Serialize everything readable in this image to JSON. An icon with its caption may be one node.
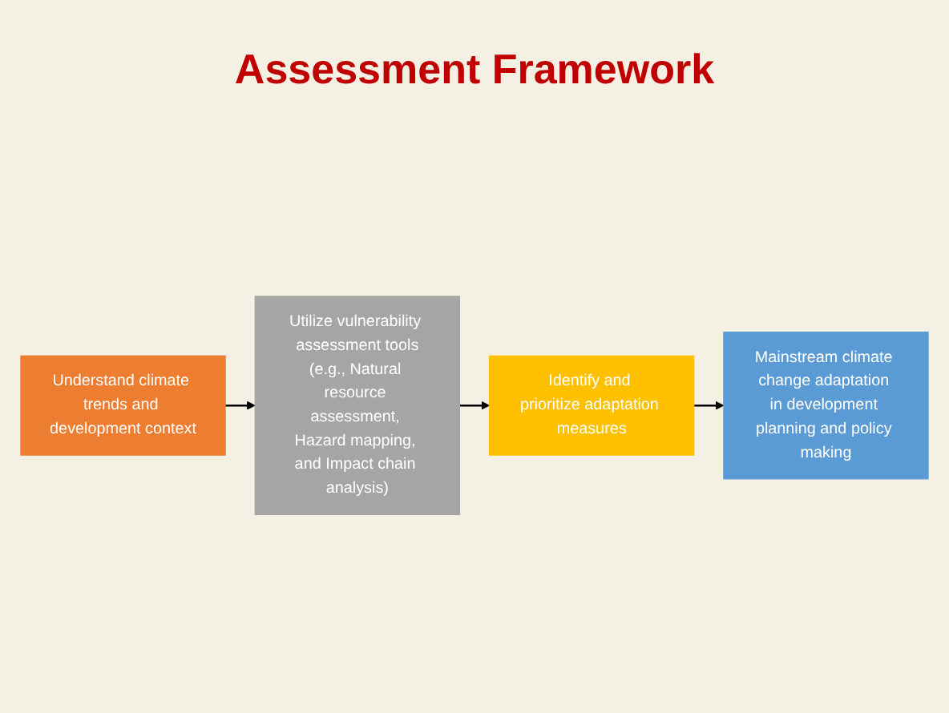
{
  "diagram": {
    "title": "Assessment Framework",
    "nodes": [
      {
        "text": [
          "Understand climate trends and development context"
        ]
      },
      {
        "text": [
          "Utilize vulnerability assessment tools",
          "(e.g., Natural resource assessment, Hazard mapping, and Impact chain analysis)"
        ]
      },
      {
        "text": [
          "Identify and prioritize adaptation measures"
        ]
      },
      {
        "text": [
          "Mainstream climate change adaptation in development planning and policy making"
        ]
      }
    ],
    "edges": [
      {
        "from": 0,
        "to": 1,
        "arrow": "to"
      },
      {
        "from": 1,
        "to": 2,
        "arrow": "to"
      },
      {
        "from": 2,
        "to": 3,
        "arrow": "to"
      }
    ]
  }
}
